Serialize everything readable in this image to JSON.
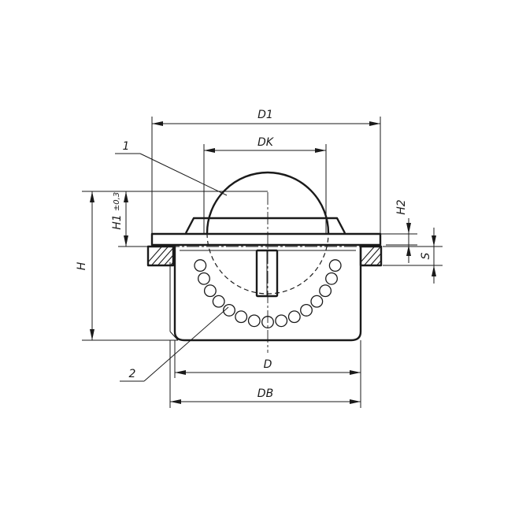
{
  "drawing": {
    "dimensions": {
      "d1": "D1",
      "dk": "DK",
      "d": "D",
      "db": "DB",
      "h": "H",
      "h1": "H1",
      "h1_tolerance": "±0,3",
      "h2": "H2",
      "s": "S"
    },
    "callouts": {
      "ball": "1",
      "bearing_balls": "2"
    }
  }
}
